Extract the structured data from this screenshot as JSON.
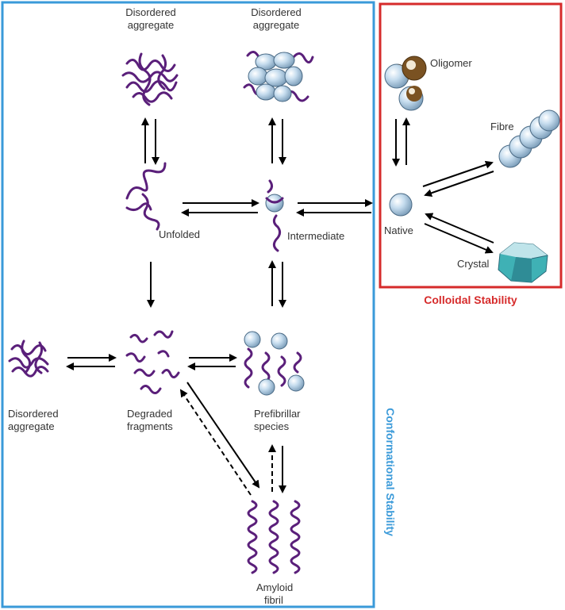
{
  "labels": {
    "disordered_aggregate_top_left": [
      "Disordered",
      "aggregate"
    ],
    "disordered_aggregate_top_mid": [
      "Disordered",
      "aggregate"
    ],
    "unfolded": "Unfolded",
    "intermediate": "Intermediate",
    "disordered_aggregate_left": [
      "Disordered",
      "aggregate"
    ],
    "degraded_fragments": [
      "Degraded",
      "fragments"
    ],
    "prefibrillar_species": [
      "Prefibrillar",
      "species"
    ],
    "amyloid_fibril": [
      "Amyloid",
      "fibril"
    ],
    "oligomer": "Oligomer",
    "fibre": "Fibre",
    "native": "Native",
    "crystal": "Crystal"
  },
  "boxes": {
    "conformational": {
      "title": "Conformational Stability",
      "color": "#3a9ad9"
    },
    "colloidal": {
      "title": "Colloidal Stability",
      "color": "#d62b2b"
    }
  },
  "colors": {
    "coil": "#5a1f7a",
    "sphere": "#a9c8e0",
    "oligomer_brown": "#7a5222",
    "crystal": "#3fb1b5"
  }
}
